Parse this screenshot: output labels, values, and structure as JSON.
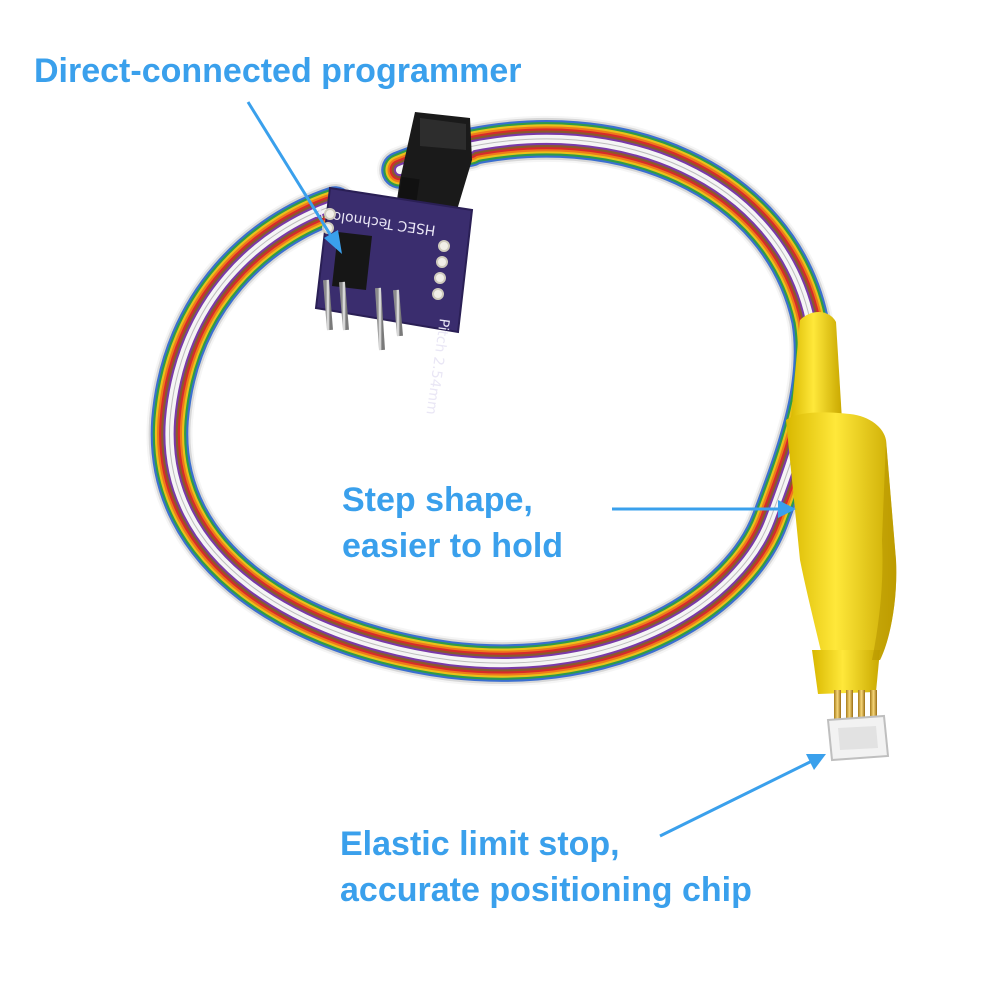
{
  "callouts": {
    "programmer": {
      "line1": "Direct-connected programmer"
    },
    "grip": {
      "line1": "Step shape,",
      "line2": "easier to hold"
    },
    "stop": {
      "line1": "Elastic limit stop,",
      "line2": "accurate positioning chip"
    }
  },
  "board": {
    "brand": "HSEC Technology",
    "pitch": "Pitch 2.54mm"
  },
  "colors": {
    "annotation": "#3aa0ec",
    "clip_body": "#f0d000",
    "pcb": "#3a2d6e",
    "ribbon": [
      "#f5f5f5",
      "#d8d8d8",
      "#3a6fd0",
      "#2e9b4a",
      "#e9c21a",
      "#ef7a1b",
      "#d62b2b",
      "#8a5a2b",
      "#7a3aa8",
      "#f5f5f5"
    ]
  }
}
